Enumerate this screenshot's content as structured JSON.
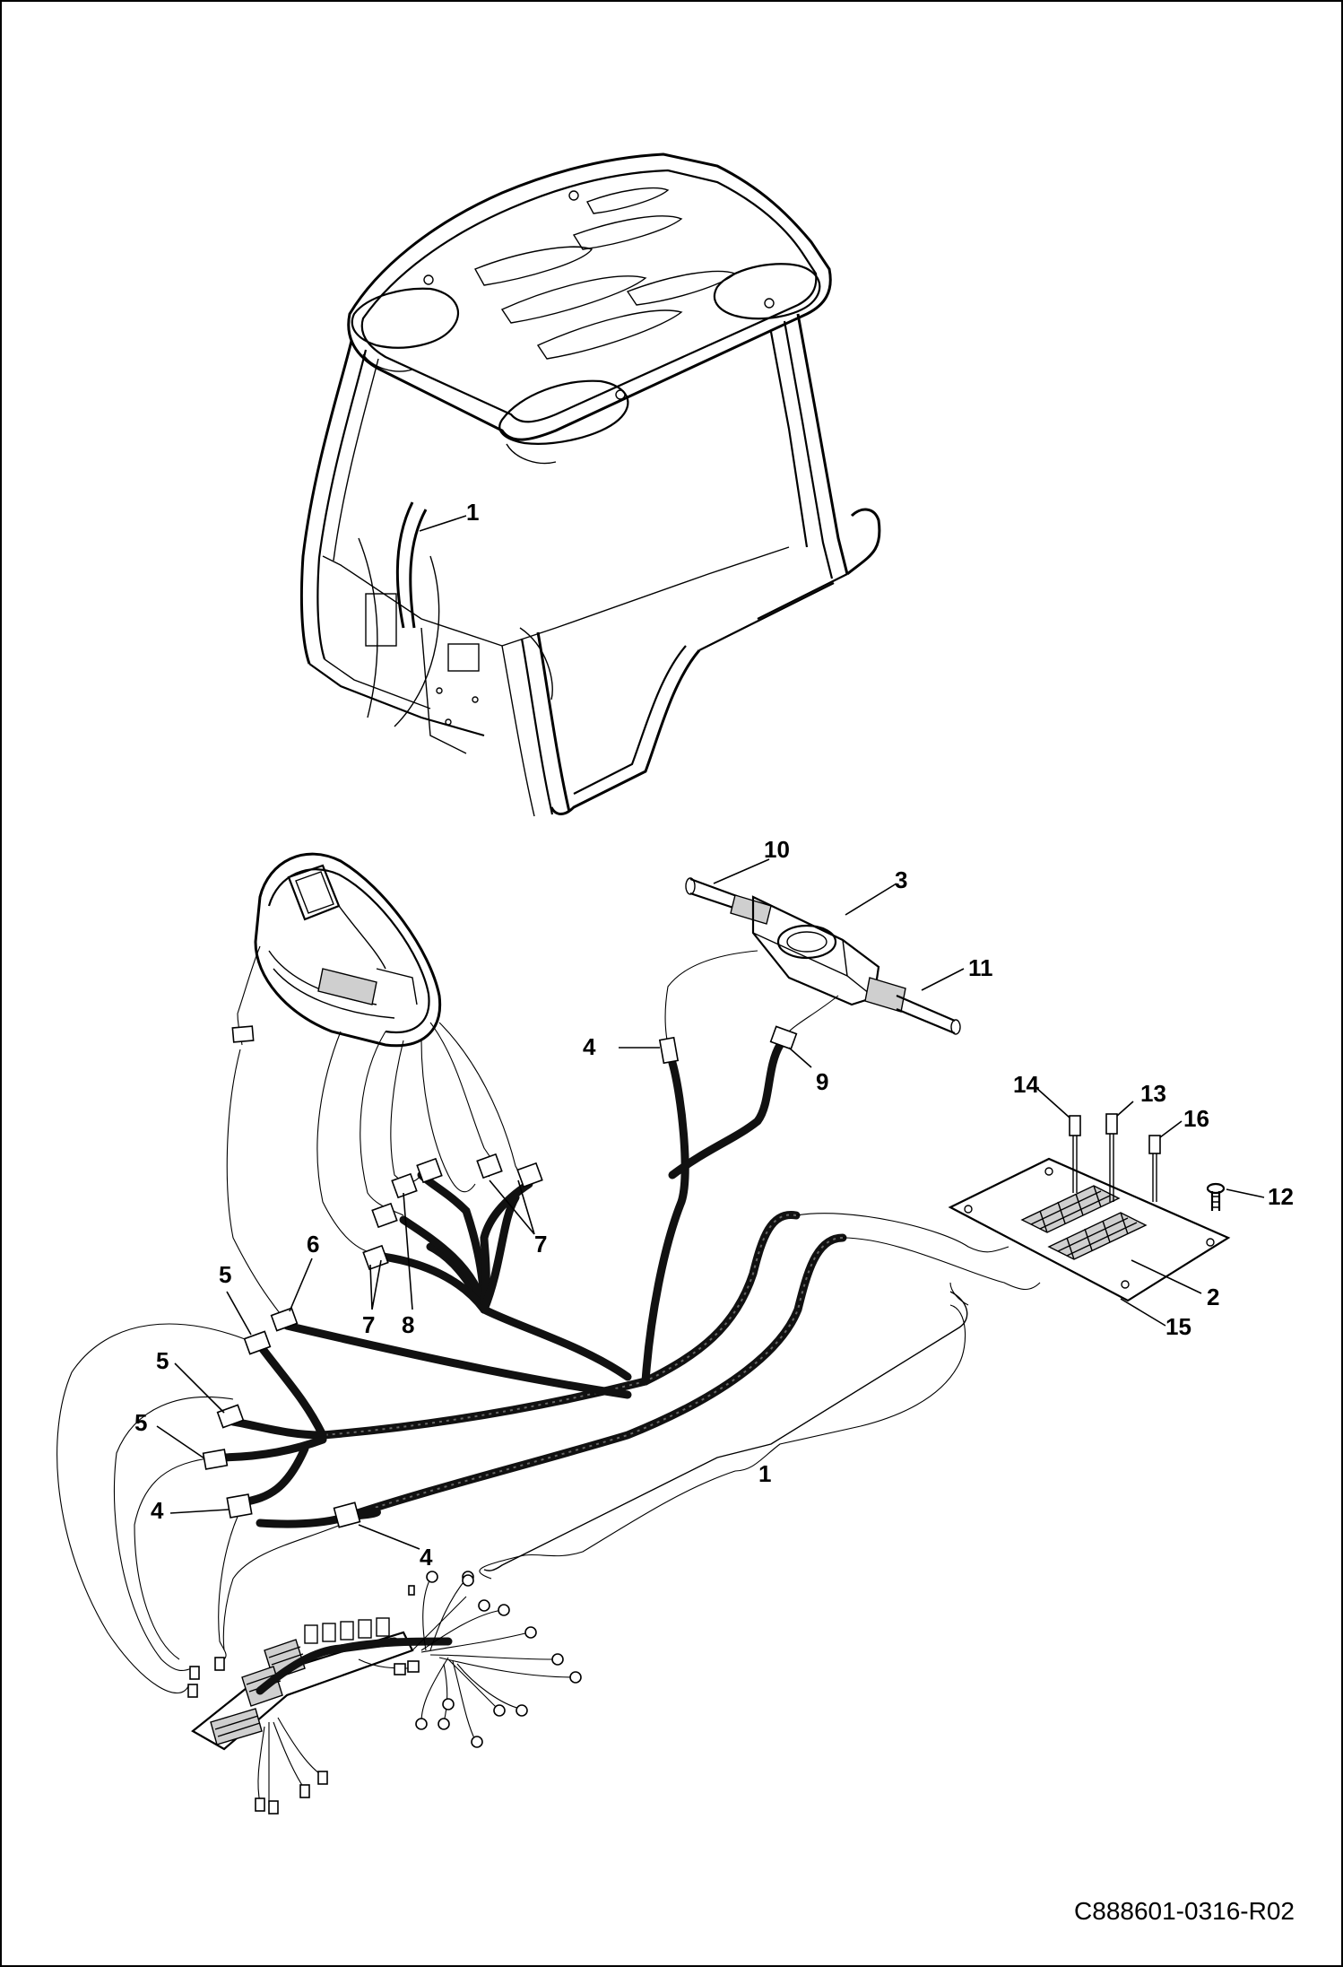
{
  "drawing_id": "C888601-0316-R02",
  "callouts": [
    {
      "id": "c1a",
      "label": "1"
    },
    {
      "id": "c10",
      "label": "10"
    },
    {
      "id": "c3",
      "label": "3"
    },
    {
      "id": "c11",
      "label": "11"
    },
    {
      "id": "c4a",
      "label": "4"
    },
    {
      "id": "c9",
      "label": "9"
    },
    {
      "id": "c14",
      "label": "14"
    },
    {
      "id": "c13",
      "label": "13"
    },
    {
      "id": "c16",
      "label": "16"
    },
    {
      "id": "c12",
      "label": "12"
    },
    {
      "id": "c7a",
      "label": "7"
    },
    {
      "id": "c6",
      "label": "6"
    },
    {
      "id": "c5a",
      "label": "5"
    },
    {
      "id": "c2",
      "label": "2"
    },
    {
      "id": "c15",
      "label": "15"
    },
    {
      "id": "c7b",
      "label": "7"
    },
    {
      "id": "c8",
      "label": "8"
    },
    {
      "id": "c5b",
      "label": "5"
    },
    {
      "id": "c5c",
      "label": "5"
    },
    {
      "id": "c1b",
      "label": "1"
    },
    {
      "id": "c4b",
      "label": "4"
    },
    {
      "id": "c4c",
      "label": "4"
    }
  ]
}
